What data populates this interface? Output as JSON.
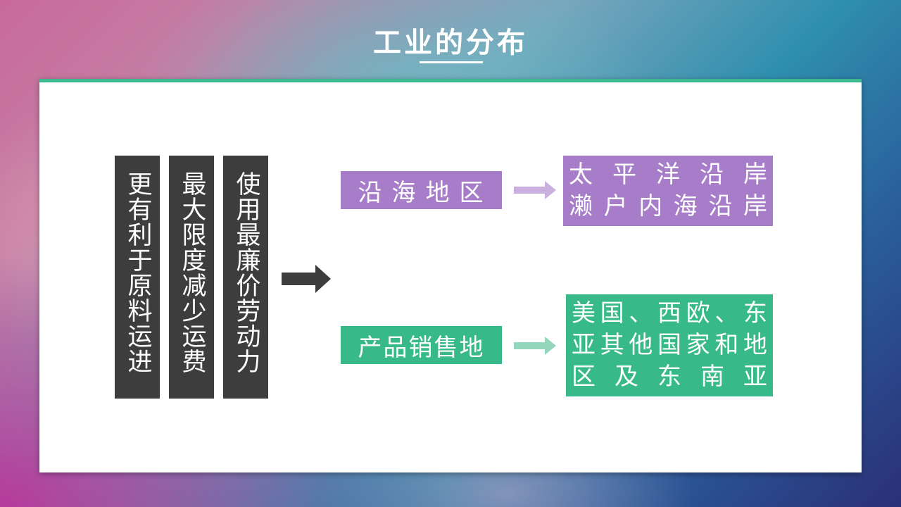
{
  "title": "工业的分布",
  "colors": {
    "accent_green": "#37b98a",
    "accent_purple": "#a77cc8",
    "dark_box": "#3d3d3d"
  },
  "reasons": [
    {
      "text": "更有利于原料运进"
    },
    {
      "text": "最大限度减少运费"
    },
    {
      "text": "使用最廉价劳动力"
    }
  ],
  "flows": [
    {
      "category": "沿海地区",
      "destination_lines": [
        "太平洋沿岸",
        "濑户内海沿岸"
      ]
    },
    {
      "category": "产品销售地",
      "destination_lines": [
        "美国、西欧、东",
        "亚其他国家和地",
        "区及东南亚"
      ]
    }
  ]
}
